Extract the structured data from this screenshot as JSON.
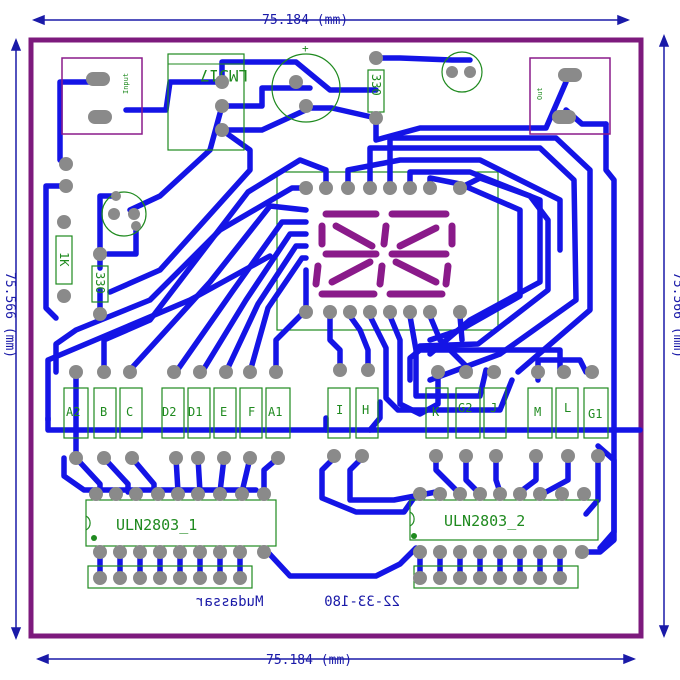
{
  "dimensions": {
    "width_label": "75.184 (mm)",
    "height_label": "75.566 (mm)"
  },
  "components": {
    "input_connector": "Input",
    "output_connector": "Out",
    "regulator": "LM317",
    "resistor_top": "330",
    "resistor_left": "1K",
    "resistor_left2": "330",
    "capacitor_polarity": "+"
  },
  "segment_labels": [
    "A2",
    "B",
    "C",
    "D2",
    "D1",
    "E",
    "F",
    "A1",
    "I",
    "H",
    "K",
    "G2",
    "J",
    "M",
    "L",
    "G1"
  ],
  "ics": {
    "ic1": "ULN2803_1",
    "ic2": "ULN2803_2"
  },
  "footer": {
    "author": "Mudassar",
    "date_code": "22-33-180"
  },
  "colors": {
    "border": "#7d1a7d",
    "trace": "#1414e6",
    "pad": "#8a8a8a",
    "silk": "#1f8a1f",
    "dimension": "#1a1aa8",
    "segment": "#8a1a8a"
  }
}
